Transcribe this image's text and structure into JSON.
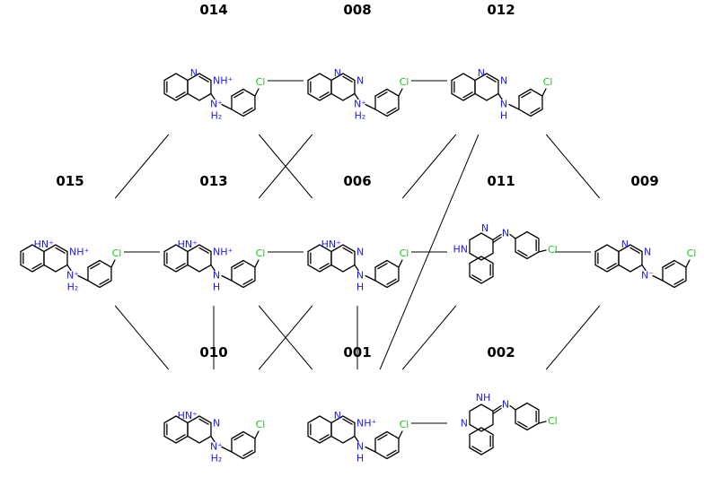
{
  "nodes": [
    {
      "id": "014",
      "row": 0,
      "col": 1,
      "variant": "A",
      "atoms": {
        "ring_n1": "N",
        "ring_n2": "NH⁺",
        "amine": "N⁺",
        "amine_h": "H₂",
        "halogen": "Cl"
      }
    },
    {
      "id": "008",
      "row": 0,
      "col": 2,
      "variant": "A",
      "atoms": {
        "ring_n1": "N",
        "ring_n2": "N",
        "amine": "N⁺",
        "amine_h": "H₂",
        "halogen": "Cl"
      }
    },
    {
      "id": "012",
      "row": 0,
      "col": 3,
      "variant": "A",
      "atoms": {
        "ring_n1": "N",
        "ring_n2": "N",
        "amine": "N",
        "amine_h": "H",
        "halogen": "Cl"
      }
    },
    {
      "id": "015",
      "row": 1,
      "col": 0,
      "variant": "A",
      "atoms": {
        "ring_n1": "HN⁺",
        "ring_n2": "NH⁺",
        "amine": "N⁺",
        "amine_h": "H₂",
        "halogen": "Cl"
      }
    },
    {
      "id": "013",
      "row": 1,
      "col": 1,
      "variant": "A",
      "atoms": {
        "ring_n1": "HN⁺",
        "ring_n2": "NH⁺",
        "amine": "N",
        "amine_h": "H",
        "halogen": "Cl"
      }
    },
    {
      "id": "006",
      "row": 1,
      "col": 2,
      "variant": "A",
      "atoms": {
        "ring_n1": "HN⁺",
        "ring_n2": "N",
        "amine": "N",
        "amine_h": "H",
        "halogen": "Cl"
      }
    },
    {
      "id": "011",
      "row": 1,
      "col": 3,
      "variant": "B",
      "atoms": {
        "ring_n1": "N",
        "ring_nh": "HN",
        "imine": "N",
        "halogen": "Cl"
      }
    },
    {
      "id": "009",
      "row": 1,
      "col": 4,
      "variant": "A",
      "atoms": {
        "ring_n1": "N",
        "ring_n2": "N",
        "amine": "N⁻",
        "amine_h": "",
        "halogen": "Cl"
      }
    },
    {
      "id": "010",
      "row": 2,
      "col": 1,
      "variant": "A",
      "atoms": {
        "ring_n1": "HN⁺",
        "ring_n2": "N",
        "amine": "N⁺",
        "amine_h": "H₂",
        "halogen": "Cl"
      }
    },
    {
      "id": "001",
      "row": 2,
      "col": 2,
      "variant": "A",
      "atoms": {
        "ring_n1": "N",
        "ring_n2": "NH⁺",
        "amine": "N",
        "amine_h": "H",
        "halogen": "Cl"
      }
    },
    {
      "id": "002",
      "row": 2,
      "col": 3,
      "variant": "C",
      "atoms": {
        "ring_nh": "NH",
        "ring_n1": "N",
        "imine": "N",
        "halogen": "Cl"
      }
    }
  ],
  "edges": [
    [
      "014",
      "008"
    ],
    [
      "008",
      "012"
    ],
    [
      "015",
      "013"
    ],
    [
      "013",
      "006"
    ],
    [
      "006",
      "011"
    ],
    [
      "011",
      "009"
    ],
    [
      "001",
      "002"
    ],
    [
      "014",
      "015"
    ],
    [
      "014",
      "006"
    ],
    [
      "008",
      "013"
    ],
    [
      "012",
      "006"
    ],
    [
      "012",
      "009"
    ],
    [
      "012",
      "001"
    ],
    [
      "015",
      "010"
    ],
    [
      "013",
      "001"
    ],
    [
      "006",
      "010"
    ],
    [
      "011",
      "001"
    ],
    [
      "009",
      "002"
    ],
    [
      "013",
      "010"
    ],
    [
      "006",
      "001"
    ]
  ]
}
